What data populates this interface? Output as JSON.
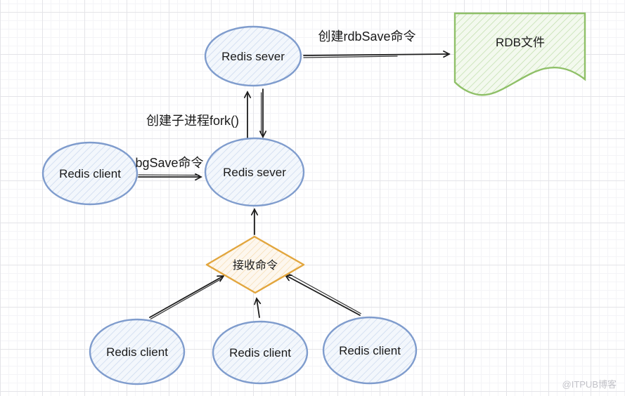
{
  "diagram": {
    "nodes": {
      "redis_server_top": {
        "label": "Redis sever",
        "shape": "ellipse"
      },
      "rdb_file": {
        "label": "RDB文件",
        "shape": "document"
      },
      "redis_server_mid": {
        "label": "Redis sever",
        "shape": "ellipse"
      },
      "redis_client_left": {
        "label": "Redis client",
        "shape": "ellipse"
      },
      "receive_command": {
        "label": "接收命令",
        "shape": "diamond"
      },
      "redis_client_bottom_1": {
        "label": "Redis client",
        "shape": "ellipse"
      },
      "redis_client_bottom_2": {
        "label": "Redis client",
        "shape": "ellipse"
      },
      "redis_client_bottom_3": {
        "label": "Redis client",
        "shape": "ellipse"
      }
    },
    "edge_labels": {
      "create_rdbsave": "创建rdbSave命令",
      "fork_child": "创建子进程fork()",
      "bgsave": "bgSave命令"
    },
    "watermark": "@ITPUB博客",
    "colors": {
      "node_blue_stroke": "#7f9ccd",
      "node_blue_hatch": "#ccd9ee",
      "node_blue_bg": "#f3f7fc",
      "doc_green_stroke": "#8fc068",
      "doc_green_hatch": "#c2dfae",
      "doc_green_bg": "#f3f9ee",
      "diamond_orange_stroke": "#e2a63e",
      "diamond_orange_hatch": "#f6ddb3",
      "diamond_orange_bg": "#fdf7ee",
      "arrow_color": "#1c1c1c",
      "text_color": "#1a1a1a",
      "watermark_color": "#c2c2c8"
    }
  }
}
